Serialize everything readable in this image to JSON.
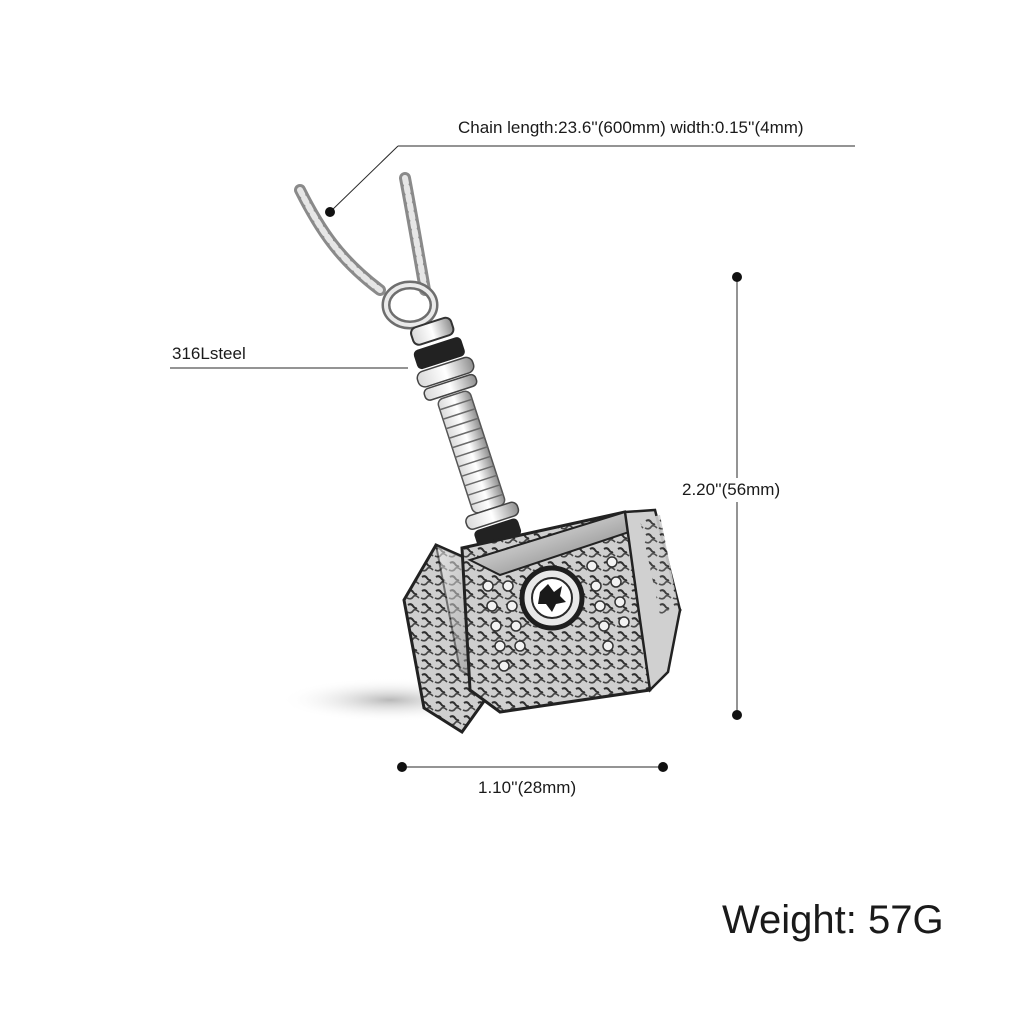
{
  "annotations": {
    "chain": "Chain length:23.6''(600mm) width:0.15''(4mm)",
    "material": "316Lsteel",
    "height": "2.20''(56mm)",
    "width": "1.10''(28mm)",
    "weight": "Weight: 57G"
  },
  "colors": {
    "text": "#1a1a1a",
    "line": "#2a2a2a",
    "steel_light": "#e9e9e9",
    "steel_mid": "#b9b9b9",
    "steel_dark": "#3a3a3a"
  }
}
